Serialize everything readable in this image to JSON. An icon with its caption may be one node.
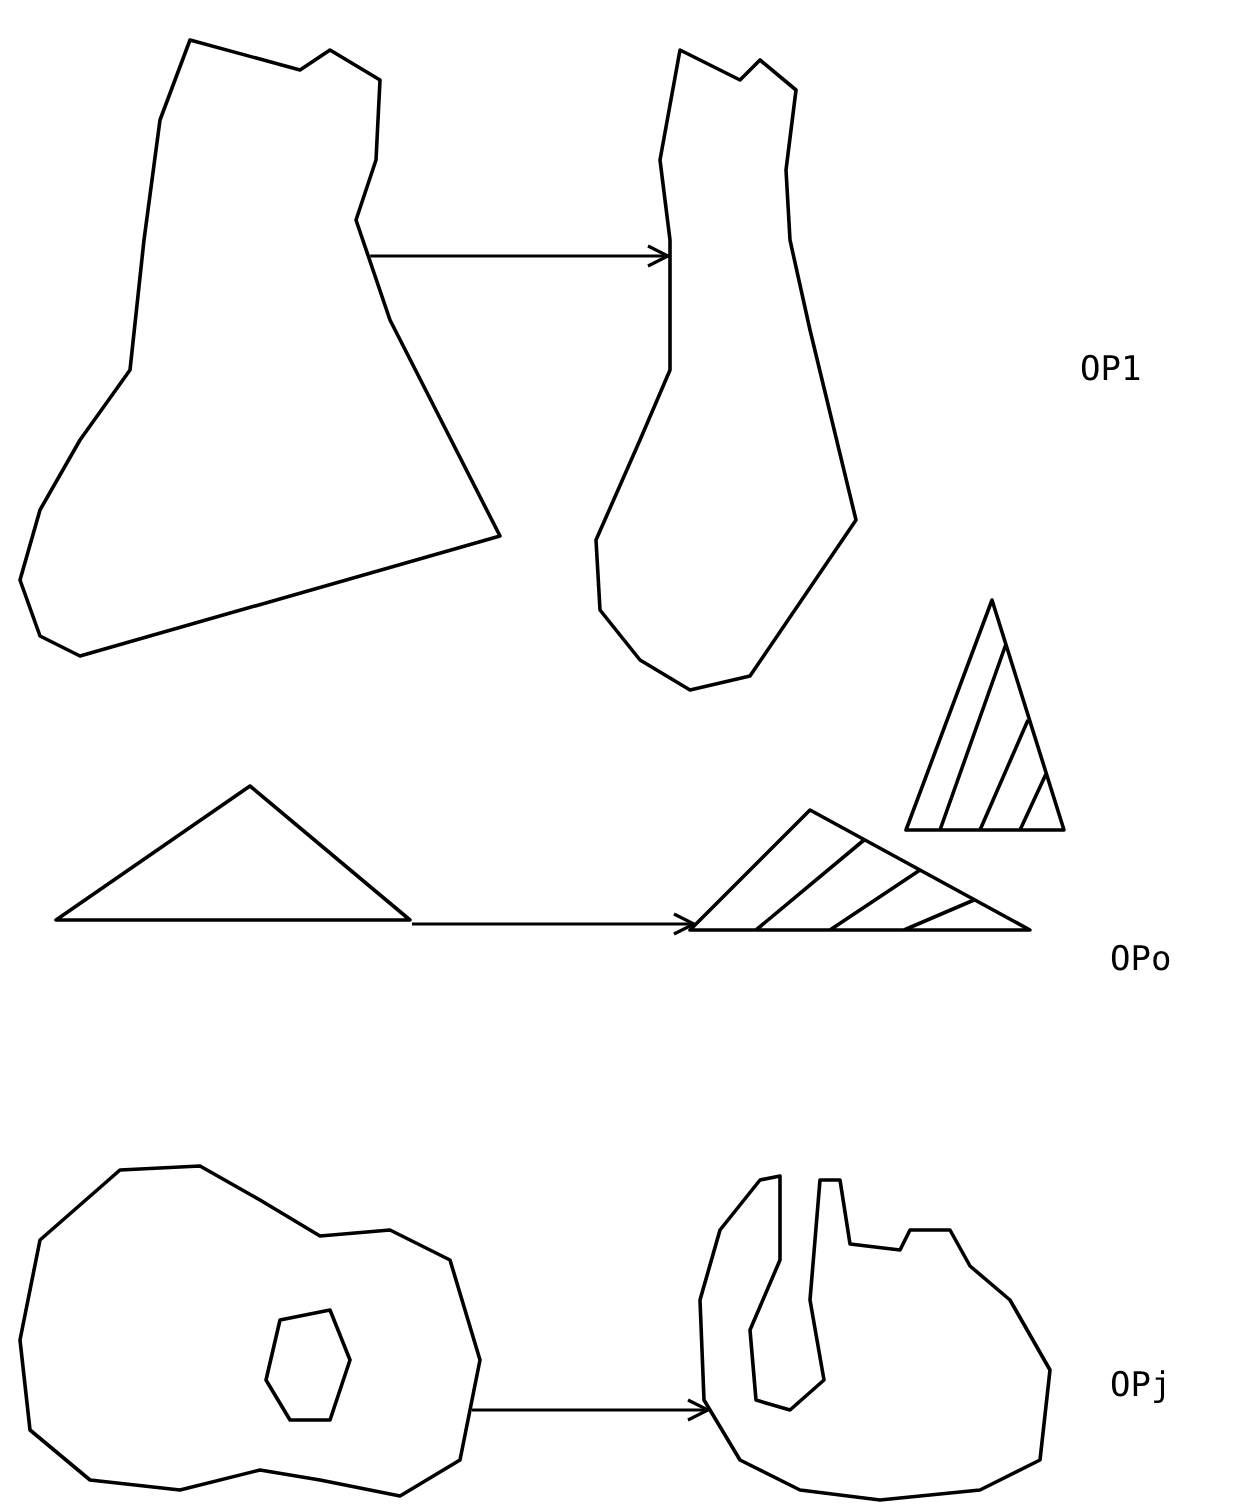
{
  "diagram": {
    "nodes": [
      {
        "text": [],
        "shape": "blob"
      },
      {
        "text": [],
        "shape": "blob"
      },
      {
        "text": [],
        "shape": "triangle"
      },
      {
        "text": [],
        "shape": "triangle"
      },
      {
        "text": [],
        "shape": "triangle"
      },
      {
        "text": [],
        "shape": "blob"
      },
      {
        "text": [],
        "shape": "blob"
      }
    ],
    "edges": [
      {
        "from": 0,
        "to": 1,
        "arrow": "to"
      },
      {
        "from": 3,
        "to": 4,
        "arrow": "to"
      },
      {
        "from": 5,
        "to": 6,
        "arrow": "to"
      }
    ],
    "labels": [
      "OP1",
      "OPo",
      "OPj"
    ]
  }
}
